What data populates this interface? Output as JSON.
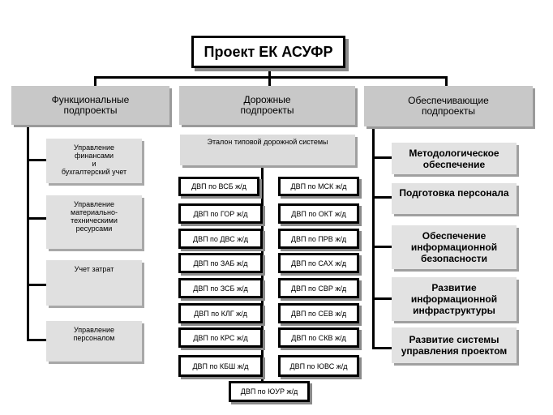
{
  "title": "Проект ЕК АСУФР",
  "headers": {
    "functional": "Функциональные\nподпроекты",
    "road": "Дорожные\nподпроекты",
    "support": "Обеспечивающие\nподпроекты"
  },
  "functional_items": [
    "Управление\nфинансами\nи\nбухгалтерский учет",
    "Управление\nматериально-\nтехническими\nресурсами",
    "Учет затрат",
    "Управление\nперсоналом"
  ],
  "etalon": "Эталон типовой дорожной системы",
  "dvp_left": [
    "ДВП по ВСБ ж/д",
    "ДВП по ГОР ж/д",
    "ДВП по ДВС ж/д",
    "ДВП по ЗАБ ж/д",
    "ДВП по ЗСБ ж/д",
    "ДВП по КЛГ ж/д",
    "ДВП по КРС ж/д",
    "ДВП по КБШ ж/д"
  ],
  "dvp_right": [
    "ДВП по МСК ж/д",
    "ДВП по ОКТ ж/д",
    "ДВП по ПРВ ж/д",
    "ДВП по САХ ж/д",
    "ДВП по СВР ж/д",
    "ДВП по СЕВ ж/д",
    "ДВП по СКВ ж/д",
    "ДВП по ЮВС ж/д"
  ],
  "dvp_bottom": "ДВП по ЮУР ж/д",
  "support_items": [
    "Методологическое\nобеспечение",
    "Подготовка персонала",
    "Обеспечение\nинформационной\nбезопасности",
    "Развитие\nинформационной\nинфраструктуры",
    "Развитие системы\nуправления проектом"
  ]
}
